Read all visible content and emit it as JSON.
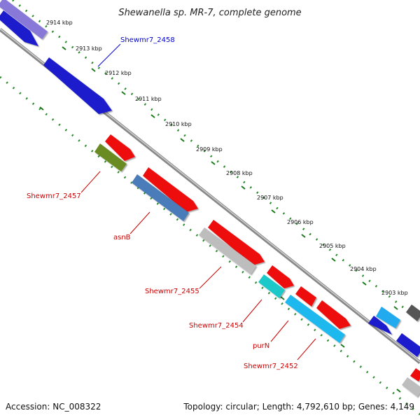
{
  "title": "Shewanella sp. MR-7, complete genome",
  "footer": {
    "accession": "Accession: NC_008322",
    "summary": "Topology: circular; Length: 4,792,610 bp; Genes: 4,149"
  },
  "colors": {
    "backbone": "#8a8a8a",
    "tick_dots": "#2a8a2a",
    "tick_marks": "#1a7a1a",
    "forward_label": "#0000cc",
    "reverse_label": "#cc0000"
  },
  "ticks": [
    "2914 kbp",
    "2913 kbp",
    "2912 kbp",
    "2911 kbp",
    "2910 kbp",
    "2909 kbp",
    "2908 kbp",
    "2907 kbp",
    "2906 kbp",
    "2905 kbp",
    "2904 kbp",
    "2903 kbp"
  ],
  "gene_labels": [
    {
      "name": "Shewmr7_2458",
      "strand": "forward"
    },
    {
      "name": "Shewmr7_2457",
      "strand": "reverse"
    },
    {
      "name": "asnB",
      "strand": "reverse"
    },
    {
      "name": "Shewmr7_2455",
      "strand": "reverse"
    },
    {
      "name": "Shewmr7_2454",
      "strand": "reverse"
    },
    {
      "name": "purN",
      "strand": "reverse"
    },
    {
      "name": "Shewmr7_2452",
      "strand": "reverse"
    }
  ]
}
